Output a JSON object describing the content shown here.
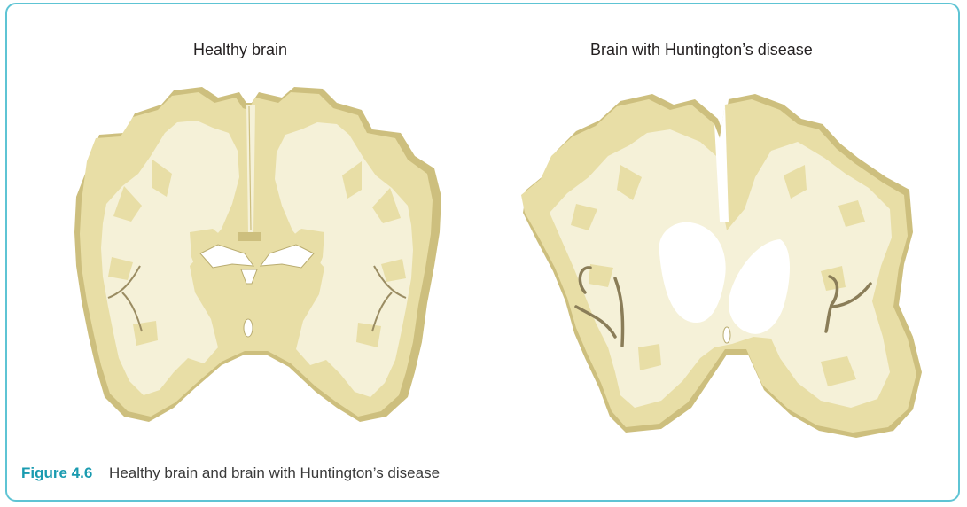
{
  "figure": {
    "left_label": "Healthy brain",
    "right_label": "Brain with Huntington’s disease",
    "caption_number": "Figure 4.6",
    "caption_text": "Healthy brain and brain with Huntington’s disease"
  },
  "colors": {
    "frame": "#5ec4d4",
    "grey_matter": "#e8dea6",
    "white_matter": "#f5f1d8",
    "edge_shadow": "#cdbf7e",
    "ventricle": "#ffffff",
    "vessel": "#8a7d58",
    "caption_accent": "#1a9bb0"
  },
  "icons": {
    "left_image": "healthy-brain-coronal-section",
    "right_image": "huntingtons-brain-coronal-section"
  }
}
